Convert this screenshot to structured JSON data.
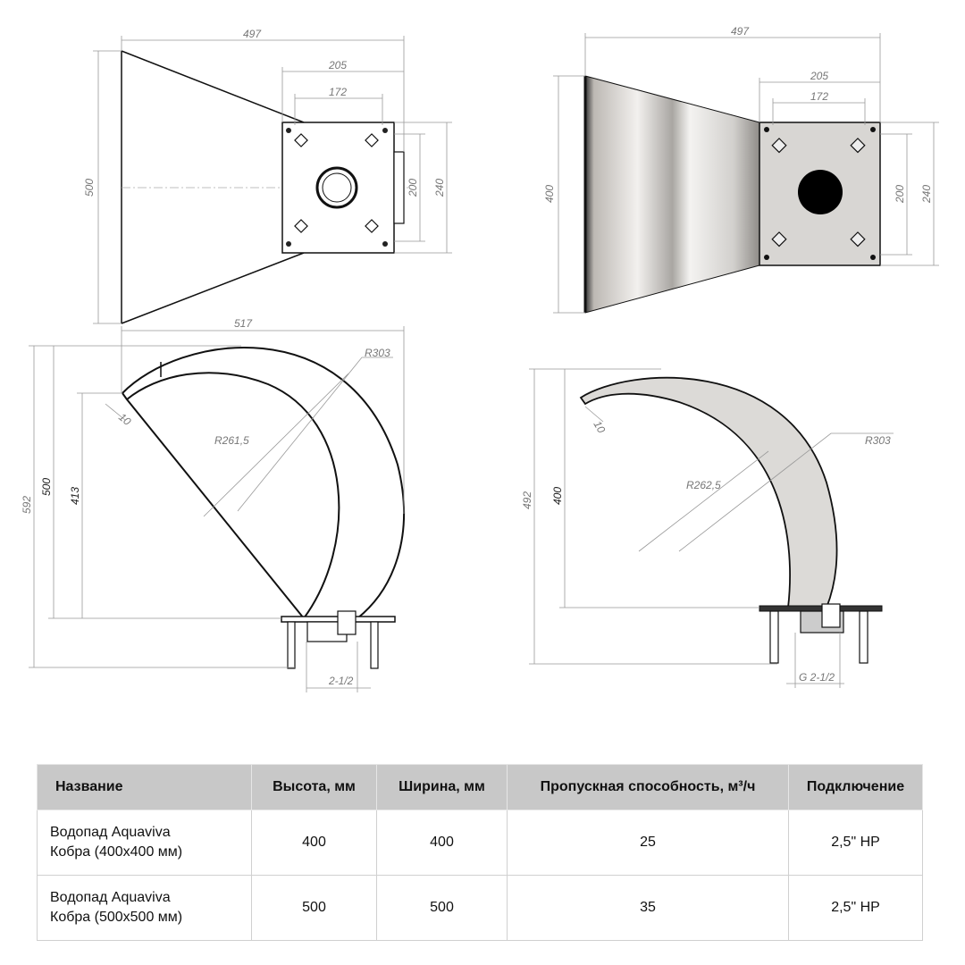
{
  "views": {
    "top_left": {
      "width": "497",
      "plate_outer": "205",
      "plate_inner": "172",
      "height": "500",
      "plate_h_inner": "200",
      "plate_h_outer": "240"
    },
    "top_right": {
      "width": "497",
      "plate_outer": "205",
      "plate_inner": "172",
      "height": "400",
      "plate_h_inner": "200",
      "plate_h_outer": "240"
    },
    "side_left": {
      "width": "517",
      "total_height": "592",
      "height": "500",
      "tip_height": "413",
      "outer_radius": "R303",
      "inner_radius": "R261,5",
      "tip_thickness": "10",
      "connection": "2-1/2"
    },
    "side_right": {
      "total_height": "492",
      "height": "400",
      "outer_radius": "R303",
      "inner_radius": "R262,5",
      "tip_thickness": "10",
      "connection": "G 2-1/2"
    }
  },
  "table": {
    "headers": [
      "Название",
      "Высота, мм",
      "Ширина, мм",
      "Пропускная способность, м³/ч",
      "Подключение"
    ],
    "rows": [
      {
        "name_line1": "Водопад Aquaviva",
        "name_line2": "Кобра (400x400 мм)",
        "height": "400",
        "width": "400",
        "flow": "25",
        "connection": "2,5\" НР"
      },
      {
        "name_line1": "Водопад Aquaviva",
        "name_line2": "Кобра (500x500 мм)",
        "height": "500",
        "width": "500",
        "flow": "35",
        "connection": "2,5\" НР"
      }
    ]
  }
}
